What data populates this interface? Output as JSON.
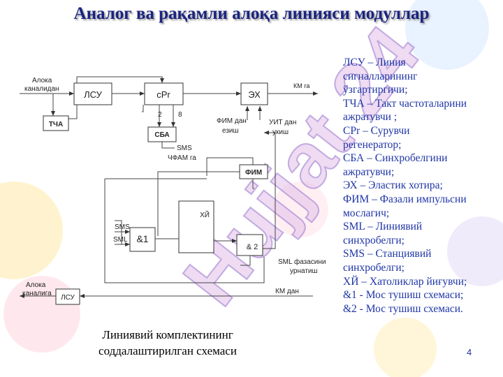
{
  "title": "Аналог ва рақамли алоқа линияси модуллар",
  "watermark": "Hujjat 24",
  "colors": {
    "title": "#1a237e",
    "legend_text": "#1f35a6",
    "watermark": "#e1bee7",
    "watermark_outline": "#9575cd",
    "diagram_lines": "#444444",
    "background_shapes": [
      "#ffe9a8",
      "#ffd1dc",
      "#cfe3ff",
      "#e1d7f5"
    ]
  },
  "diagram": {
    "blocks": {
      "lsu_top": "ЛСУ",
      "cpr": "cPr",
      "ex": "ЭХ",
      "tcha": "ТЧА",
      "sba": "СБА",
      "fim": "ФИМ",
      "and1": "&1",
      "xy": "ХЙ",
      "and2": "& 2",
      "lsu_bottom": "ЛСУ"
    },
    "labels": {
      "line_from_1": "Алока",
      "line_from_2": "каналидан",
      "to_km": "КМ га",
      "num_2": "2",
      "num_8": "8",
      "fim_from_1": "ФИМ дан",
      "fim_from_2": "езиш",
      "uit_from_1": "УИТ дан",
      "uit_from_2": "укиш",
      "sms_to_1": "SMS",
      "sms_to_2": "ЧФАМ га",
      "sms_in": "SMS",
      "sml_in": "SML",
      "sml_phase_1": "SML фазасини",
      "sml_phase_2": "урнатиш",
      "line_to_1": "Алока",
      "line_to_2": "каналига",
      "from_km": "КМ дан"
    }
  },
  "legend": [
    "ЛСУ – Линия",
    "сигналларининг",
    "ўзгартиргичи;",
    "ТЧА – Такт частоталарини",
    "ажратувчи ;",
    "CPr – Сурувчи",
    "регенератор;",
    "СБА – Синхробелгини",
    "ажратувчи;",
    "ЭХ – Эластик хотира;",
    "ФИМ – Фазали импульсни",
    "мослагич;",
    "SML – Линиявий",
    "синхробелги;",
    "SMS – Станциявий",
    "синхробелги;",
    "ХЙ – Хатоликлар йиғувчи;",
    "&1 - Мос тушиш схемаси;",
    "&2 - Мос тушиш схемаси."
  ],
  "caption": {
    "line1": "Линиявий комплектининг",
    "line2": "соддалаштирилган схемаси"
  },
  "page_number": "4"
}
